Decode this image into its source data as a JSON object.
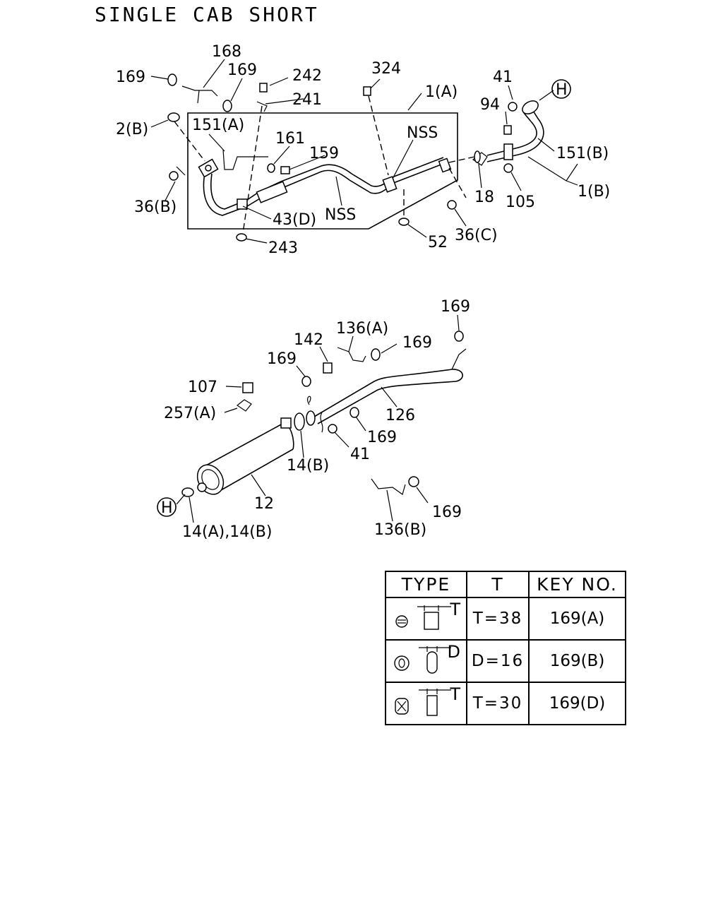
{
  "title": "SINGLE CAB SHORT",
  "labels": {
    "l169a": "169",
    "l168": "168",
    "l169b": "169",
    "l242": "242",
    "l324": "324",
    "l1a": "1(A)",
    "l241": "241",
    "l41a": "41",
    "l94": "94",
    "lHa": "H",
    "l2b": "2(B)",
    "l151a": "151(A)",
    "l161": "161",
    "l159": "159",
    "lnss1": "NSS",
    "l151b": "151(B)",
    "l1b": "1(B)",
    "l36b": "36(B)",
    "l43d": "43(D)",
    "lnss2": "NSS",
    "l18": "18",
    "l105": "105",
    "l36c": "36(C)",
    "l52": "52",
    "l243": "243",
    "l169c": "169",
    "l136a": "136(A)",
    "l142": "142",
    "l169d": "169",
    "l169e": "169",
    "l107": "107",
    "l257a": "257(A)",
    "l126": "126",
    "l169f": "169",
    "l41b": "41",
    "l14b": "14(B)",
    "l12": "12",
    "lHb": "H",
    "l14ab": "14(A),14(B)",
    "l136b": "136(B)",
    "l169g": "169"
  },
  "key_table": {
    "headers": [
      "TYPE",
      "T",
      "KEY NO."
    ],
    "rows": [
      {
        "dim": "T",
        "value": "T=38",
        "key": "169(A)"
      },
      {
        "dim": "D",
        "value": "D=16",
        "key": "169(B)"
      },
      {
        "dim": "T",
        "value": "T=30",
        "key": "169(D)"
      }
    ]
  }
}
